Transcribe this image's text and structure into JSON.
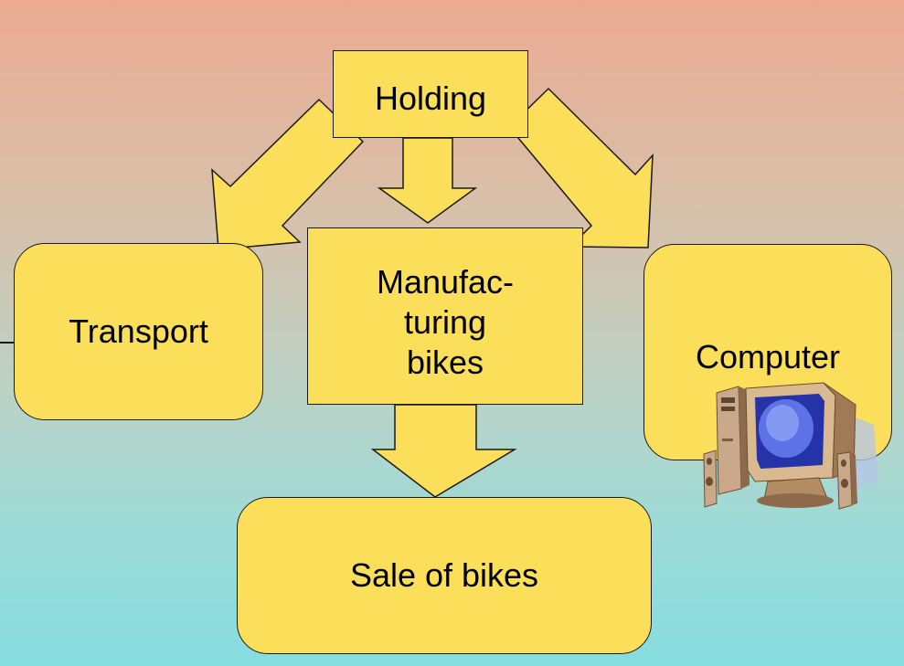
{
  "colors": {
    "box_fill": "#fbdf5a",
    "outline": "#1a1a1a",
    "background_top": "#ecaa92",
    "background_bottom": "#86dde0"
  },
  "boxes": {
    "holding": "Holding",
    "transport": "Transport",
    "manufacturing": [
      "Manufac-",
      "turing",
      "bikes"
    ],
    "computer": "Computer",
    "sale": "Sale of bikes"
  },
  "arrows": [
    {
      "from": "holding",
      "to": "transport"
    },
    {
      "from": "holding",
      "to": "manufacturing"
    },
    {
      "from": "holding",
      "to": "computer"
    },
    {
      "from": "manufacturing",
      "to": "sale"
    }
  ],
  "icons": [
    "computer-icon"
  ]
}
